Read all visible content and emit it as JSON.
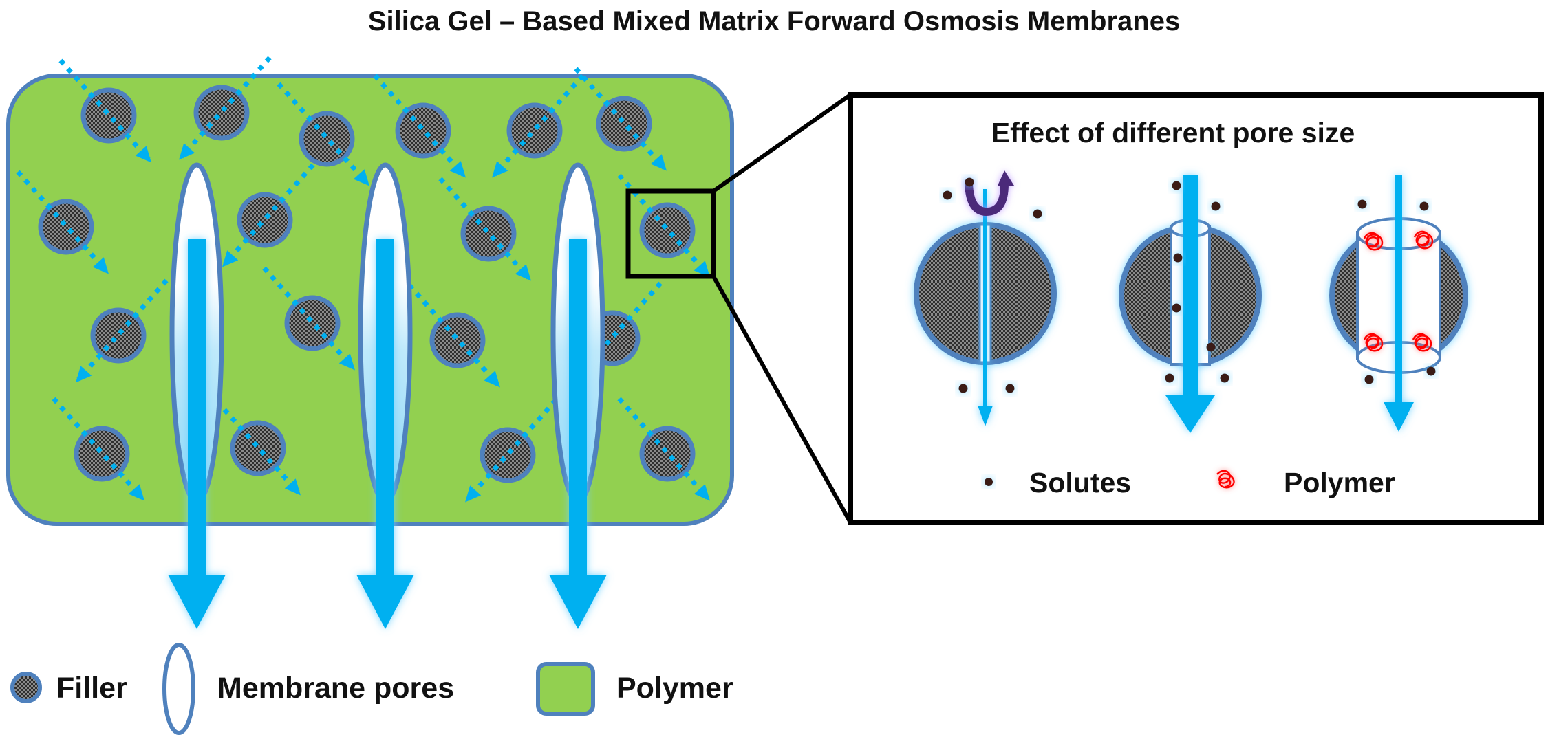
{
  "title": "Silica Gel – Based Mixed Matrix Forward Osmosis Membranes",
  "inset": {
    "heading": "Effect of different pore size",
    "legend": {
      "solutes": "Solutes",
      "polymer": "Polymer"
    }
  },
  "legend": {
    "filler": "Filler",
    "membrane_pores": "Membrane pores",
    "polymer": "Polymer"
  },
  "colors": {
    "polymer_fill": "#92d050",
    "outline": "#4f81bd",
    "flow_arrow": "#00b0f0",
    "filler_dark": "#404040",
    "solute": "#3b1a12",
    "polymer_coil": "#ff0000",
    "inset_border": "#000000"
  }
}
